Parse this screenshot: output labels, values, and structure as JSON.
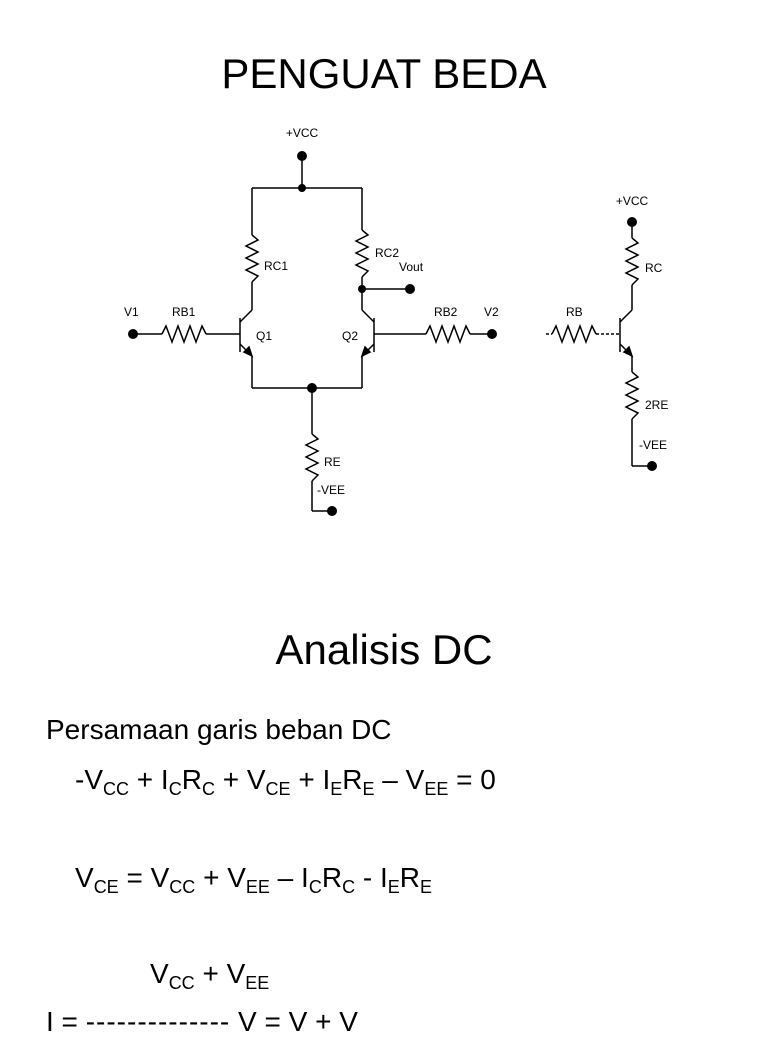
{
  "title": "PENGUAT BEDA",
  "circuit_main": {
    "vcc": "+VCC",
    "rc1": "RC1",
    "rc2": "RC2",
    "vout": "Vout",
    "v1": "V1",
    "rb1": "RB1",
    "q1": "Q1",
    "q2": "Q2",
    "rb2": "RB2",
    "v2": "V2",
    "re": "RE",
    "vee": "-VEE"
  },
  "circuit_half": {
    "vcc": "+VCC",
    "rc": "RC",
    "rb": "RB",
    "re2": "2RE",
    "vee": "-VEE"
  },
  "section_title": "Analisis DC",
  "dc": {
    "heading": "Persamaan garis beban DC",
    "eq1": {
      "t1": "-V",
      "s1": "CC",
      "t2": " + I",
      "s2": "C",
      "t3": "R",
      "s3": "C",
      "t4": " + V",
      "s4": "CE",
      "t5": " + I",
      "s5": "E",
      "t6": "R",
      "s6": "E",
      "t7": " – V",
      "s7": "EE",
      "t8": " = 0"
    },
    "eq2": {
      "t1": "V",
      "s1": "CE",
      "t2": " = V",
      "s2": "CC",
      "t3": " + V",
      "s3": "EE",
      "t4": " – I",
      "s4": "C",
      "t5": "R",
      "s5": "C",
      "t6": " - I",
      "s6": "E",
      "t7": "R",
      "s7": "E"
    },
    "eq3_numerator": {
      "t1": "V",
      "s1": "CC",
      "t2": " + V",
      "s2": "EE"
    },
    "eq3_line": {
      "t1": "I",
      "s1": "",
      "t2": " = ",
      "dashes": "--------------",
      "t3": " V",
      "s3": "",
      "t4": " = V",
      "s4": "",
      "t5": " + V"
    }
  }
}
